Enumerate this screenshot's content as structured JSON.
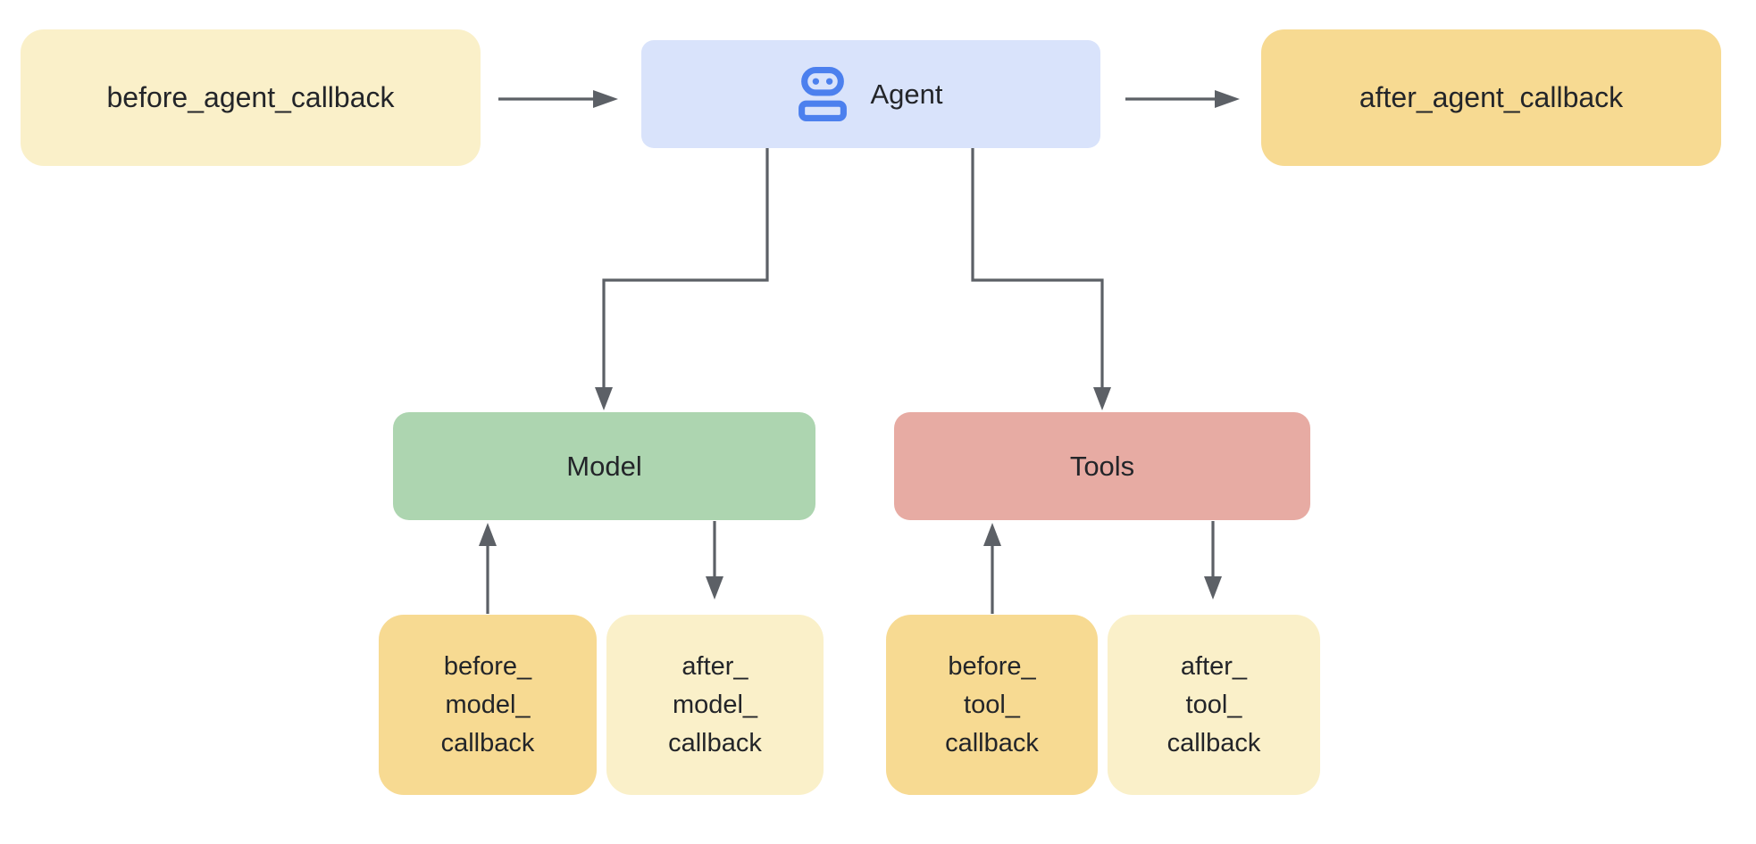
{
  "nodes": {
    "before_agent_callback": {
      "label": "before_agent_callback"
    },
    "agent": {
      "label": "Agent",
      "icon": "robot-icon"
    },
    "after_agent_callback": {
      "label": "after_agent_callback"
    },
    "model": {
      "label": "Model"
    },
    "tools": {
      "label": "Tools"
    },
    "before_model_callback": {
      "lines": [
        "before_",
        "model_",
        "callback"
      ]
    },
    "after_model_callback": {
      "lines": [
        "after_",
        "model_",
        "callback"
      ]
    },
    "before_tool_callback": {
      "lines": [
        "before_",
        "tool_",
        "callback"
      ]
    },
    "after_tool_callback": {
      "lines": [
        "after_",
        "tool_",
        "callback"
      ]
    }
  },
  "edges": [
    {
      "from": "before_agent_callback",
      "to": "agent",
      "shape": "straight",
      "direction": "right"
    },
    {
      "from": "agent",
      "to": "after_agent_callback",
      "shape": "straight",
      "direction": "right"
    },
    {
      "from": "agent",
      "to": "model",
      "shape": "elbow",
      "direction": "down"
    },
    {
      "from": "agent",
      "to": "tools",
      "shape": "elbow",
      "direction": "down"
    },
    {
      "from": "before_model_callback",
      "to": "model",
      "shape": "straight",
      "direction": "up"
    },
    {
      "from": "model",
      "to": "after_model_callback",
      "shape": "straight",
      "direction": "down"
    },
    {
      "from": "before_tool_callback",
      "to": "tools",
      "shape": "straight",
      "direction": "up"
    },
    {
      "from": "tools",
      "to": "after_tool_callback",
      "shape": "straight",
      "direction": "down"
    }
  ],
  "colors": {
    "canvas": "#ffffff",
    "cream": "#faf0c9",
    "gold": "#f7da92",
    "agent_blue": "#d9e3fb",
    "icon_blue": "#4c80ee",
    "green": "#add5b0",
    "pink": "#e7aba3",
    "arrow": "#5c6066",
    "ink": "#232529"
  }
}
